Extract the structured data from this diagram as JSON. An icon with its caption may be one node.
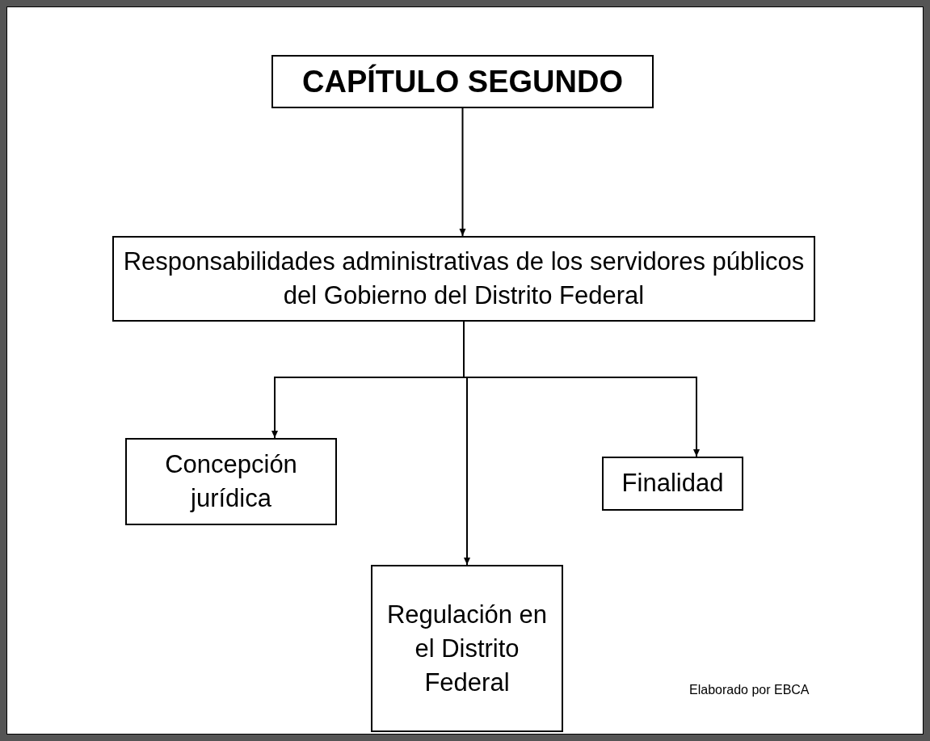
{
  "diagram": {
    "nodes": [
      {
        "text": [
          "CAPÍTULO SEGUNDO"
        ]
      },
      {
        "text": [
          "Responsabilidades administrativas de los servidores públicos del Gobierno del Distrito Federal"
        ]
      },
      {
        "text": [
          "Concepción jurídica"
        ]
      },
      {
        "text": [
          "Finalidad"
        ]
      },
      {
        "text": [
          "Regulación en el Distrito Federal"
        ]
      }
    ],
    "edges": [
      {
        "from": 0,
        "to": 1,
        "arrow": "to"
      },
      {
        "from": 1,
        "to": 2,
        "arrow": "to"
      },
      {
        "from": 1,
        "to": 3,
        "arrow": "to"
      },
      {
        "from": 1,
        "to": 4,
        "arrow": "to"
      }
    ],
    "labels": [
      "Elaborado por EBCA"
    ]
  }
}
